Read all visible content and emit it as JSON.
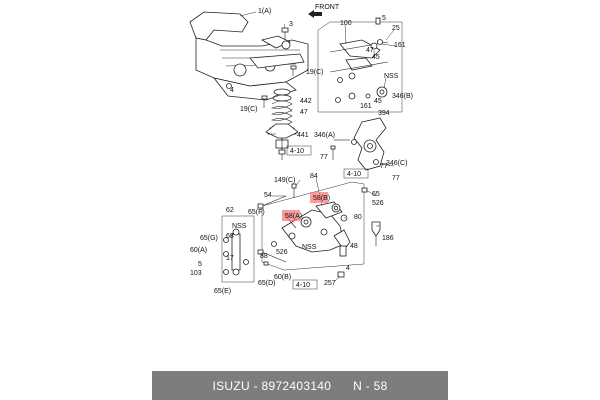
{
  "front_label": "FRONT",
  "highlight_color": "#f08080",
  "callouts": [
    {
      "id": "c1a",
      "text": "1(A)"
    },
    {
      "id": "c3",
      "text": "3"
    },
    {
      "id": "c5",
      "text": "5"
    },
    {
      "id": "c100",
      "text": "100"
    },
    {
      "id": "c25",
      "text": "25"
    },
    {
      "id": "c161a",
      "text": "161"
    },
    {
      "id": "c47a",
      "text": "47"
    },
    {
      "id": "c45a",
      "text": "45"
    },
    {
      "id": "cnss1",
      "text": "NSS"
    },
    {
      "id": "c19c1",
      "text": "19(C)"
    },
    {
      "id": "c4a",
      "text": "4"
    },
    {
      "id": "c442",
      "text": "442"
    },
    {
      "id": "c45b",
      "text": "45"
    },
    {
      "id": "c161b",
      "text": "161"
    },
    {
      "id": "c346b",
      "text": "346(B)"
    },
    {
      "id": "c394",
      "text": "394"
    },
    {
      "id": "c19c2",
      "text": "19(C)"
    },
    {
      "id": "c47b",
      "text": "47"
    },
    {
      "id": "c441",
      "text": "441"
    },
    {
      "id": "c346a",
      "text": "346(A)"
    },
    {
      "id": "c77a",
      "text": "77"
    },
    {
      "id": "c77b",
      "text": "77"
    },
    {
      "id": "c346c",
      "text": "346(C)"
    },
    {
      "id": "c77c",
      "text": "77"
    },
    {
      "id": "c84",
      "text": "84"
    },
    {
      "id": "c149c",
      "text": "149(C)"
    },
    {
      "id": "c54",
      "text": "54"
    },
    {
      "id": "c65f",
      "text": "65(F)"
    },
    {
      "id": "c62",
      "text": "62"
    },
    {
      "id": "c65g",
      "text": "65(G)"
    },
    {
      "id": "c60a",
      "text": "60(A)"
    },
    {
      "id": "c5b",
      "text": "5"
    },
    {
      "id": "c68",
      "text": "68"
    },
    {
      "id": "cnss2",
      "text": "NSS"
    },
    {
      "id": "c17",
      "text": "17"
    },
    {
      "id": "c103",
      "text": "103"
    },
    {
      "id": "c65e",
      "text": "65(E)"
    },
    {
      "id": "c88",
      "text": "88"
    },
    {
      "id": "c526a",
      "text": "526"
    },
    {
      "id": "cnss3",
      "text": "NSS"
    },
    {
      "id": "c60b",
      "text": "60(B)"
    },
    {
      "id": "c65d",
      "text": "65(D)"
    },
    {
      "id": "c58b",
      "text": "58(B)"
    },
    {
      "id": "c58a",
      "text": "58(A)"
    },
    {
      "id": "c65",
      "text": "65"
    },
    {
      "id": "c526b",
      "text": "526"
    },
    {
      "id": "c80",
      "text": "80"
    },
    {
      "id": "c48",
      "text": "48"
    },
    {
      "id": "c186",
      "text": "186"
    },
    {
      "id": "c257",
      "text": "257"
    },
    {
      "id": "c4b",
      "text": "4"
    }
  ],
  "section_refs": [
    {
      "id": "r1",
      "text": "4-10"
    },
    {
      "id": "r2",
      "text": "4-10"
    },
    {
      "id": "r3",
      "text": "4-10"
    }
  ],
  "footer": {
    "brand": "ISUZU",
    "part_number": "8972403140",
    "callout_ref": "N - 58"
  }
}
